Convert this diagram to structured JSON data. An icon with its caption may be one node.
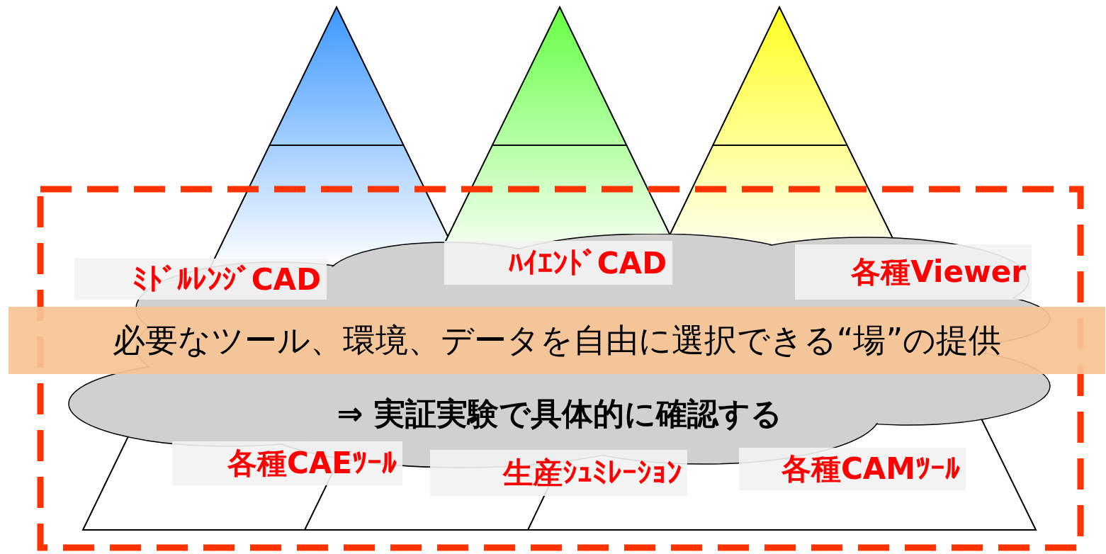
{
  "diagram": {
    "nodes": [
      {
        "text": [
          "ﾐﾄﾞﾙﾚﾝｼﾞCAD"
        ]
      },
      {
        "text": [
          "ﾊｲｴﾝﾄﾞCAD"
        ]
      },
      {
        "text": [
          "各種Viewer"
        ]
      },
      {
        "text": [
          "必要なツール、環境、データを自由に選択できる“場”の提供"
        ]
      },
      {
        "text": [
          "⇒ 実証実験で具体的に確認する"
        ]
      },
      {
        "text": [
          "各種CAEﾂｰﾙ"
        ]
      },
      {
        "text": [
          "生産ｼｭﾐﾚｰｼｮﾝ"
        ]
      },
      {
        "text": [
          "各種CAMﾂｰﾙ"
        ]
      }
    ],
    "edges": []
  }
}
